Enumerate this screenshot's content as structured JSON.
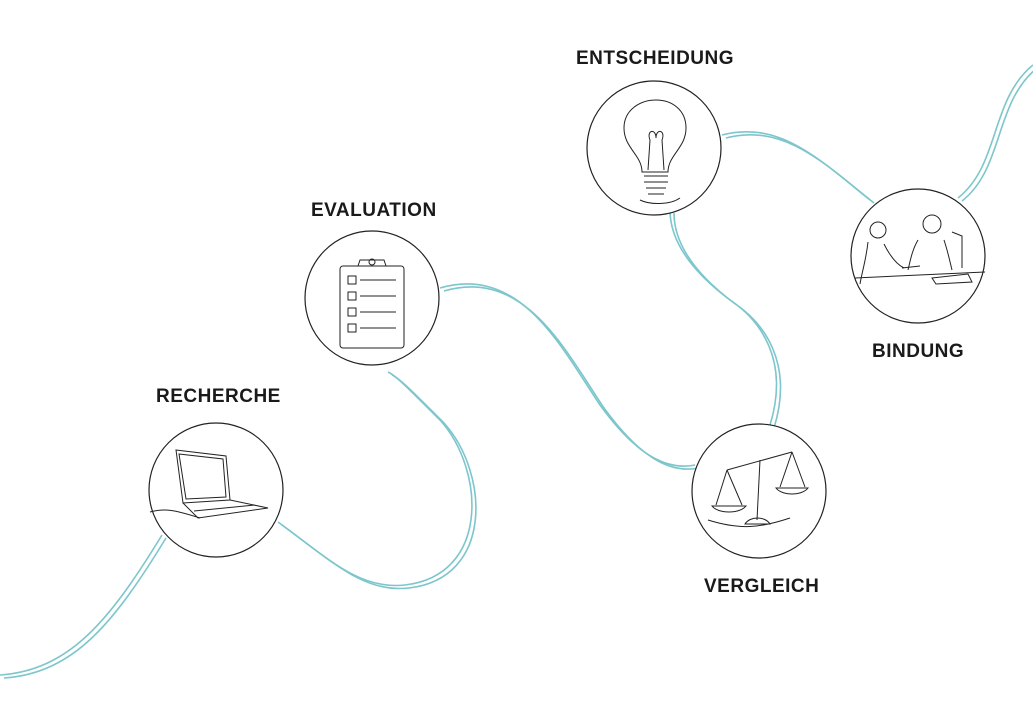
{
  "stages": {
    "recherche": {
      "label": "RECHERCHE",
      "icon": "laptop-icon"
    },
    "evaluation": {
      "label": "EVALUATION",
      "icon": "clipboard-checklist-icon"
    },
    "vergleich": {
      "label": "VERGLEICH",
      "icon": "balance-scale-icon"
    },
    "entscheidung": {
      "label": "ENTSCHEIDUNG",
      "icon": "light-bulb-icon"
    },
    "bindung": {
      "label": "BINDUNG",
      "icon": "handshake-meeting-icon"
    }
  },
  "colors": {
    "path": "#7cc6cc",
    "outline": "#222222",
    "label": "#1a1a1a"
  }
}
